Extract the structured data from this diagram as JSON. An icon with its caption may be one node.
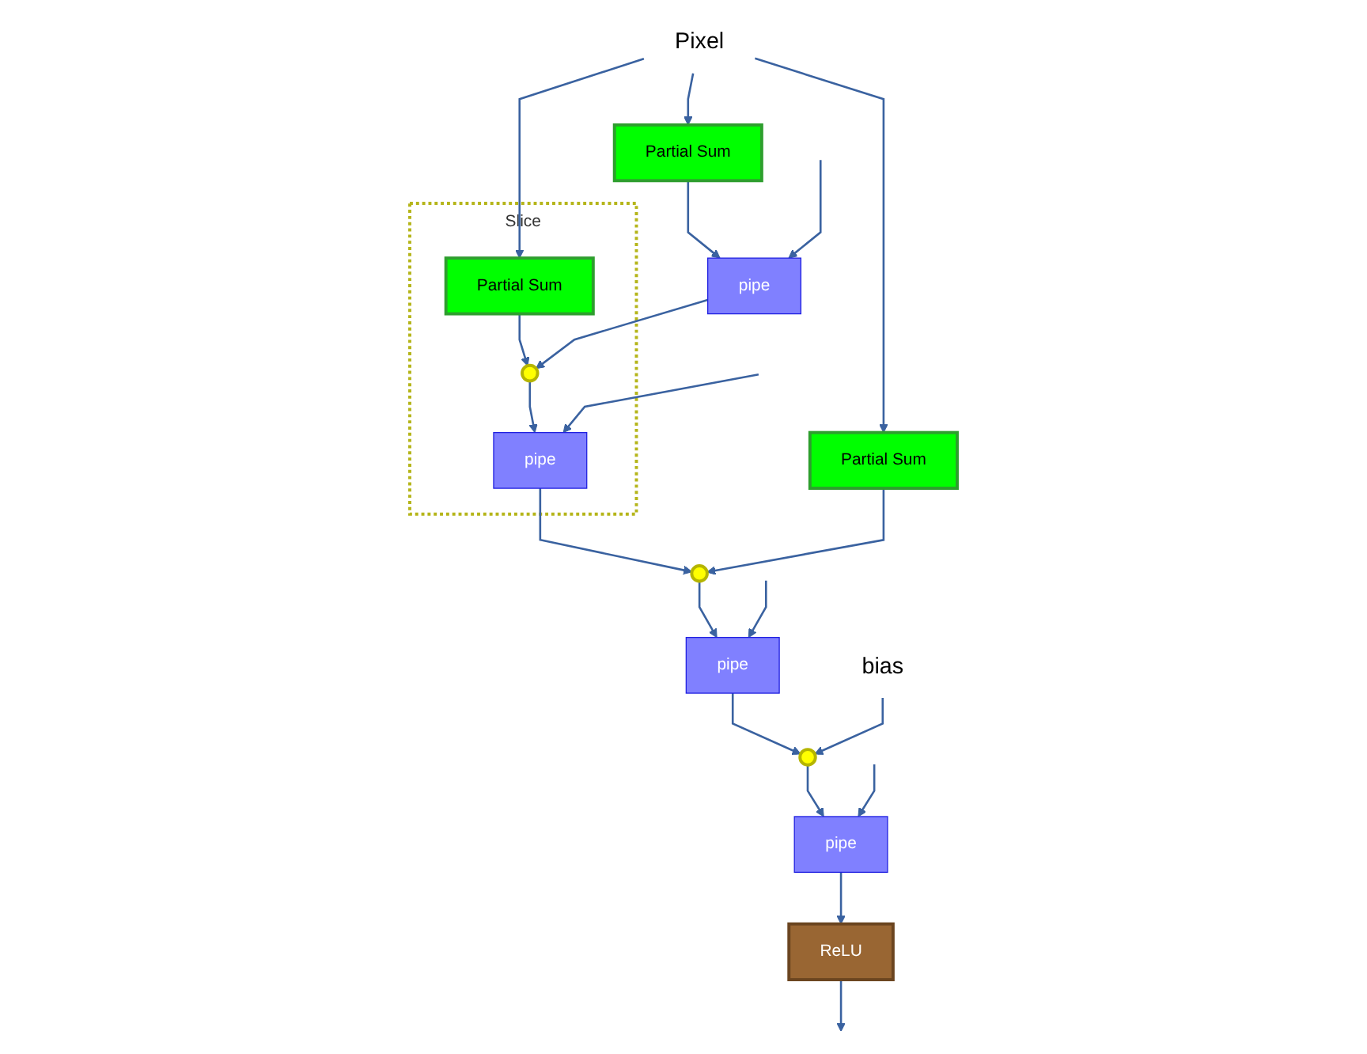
{
  "diagram": {
    "nodes": [
      {
        "text": [
          "Pixel"
        ]
      },
      {
        "text": [
          "Slice"
        ]
      },
      {
        "text": [
          "Partial Sum"
        ]
      },
      {
        "text": [
          "Partial Sum"
        ],
        "in": 1
      },
      {
        "text": [],
        "shape": "circle",
        "in": 1
      },
      {
        "text": [
          "pipe"
        ]
      },
      {
        "text": [
          "pipe"
        ],
        "in": 1
      },
      {
        "text": [
          "Partial Sum"
        ]
      },
      {
        "text": [],
        "shape": "circle"
      },
      {
        "text": [
          "pipe"
        ]
      },
      {
        "text": [],
        "shape": "circle"
      },
      {
        "text": [
          "bias"
        ]
      },
      {
        "text": [
          "pipe"
        ]
      },
      {
        "text": [
          "ReLU"
        ]
      }
    ],
    "edges": [
      {
        "from": 0,
        "to": 2,
        "arrow": "to"
      },
      {
        "from": 0,
        "to": 3,
        "arrow": "to"
      },
      {
        "from": 0,
        "to": 7,
        "arrow": "to"
      },
      {
        "from": 2,
        "to": 5,
        "arrow": "to"
      },
      {
        "from": 3,
        "to": 4,
        "arrow": "to"
      },
      {
        "from": null,
        "to": 5,
        "arrow": "to"
      },
      {
        "from": 5,
        "to": 4,
        "arrow": "to"
      },
      {
        "from": 4,
        "to": 6,
        "arrow": "to"
      },
      {
        "from": null,
        "to": 6,
        "arrow": "to"
      },
      {
        "from": 6,
        "to": 8,
        "arrow": "to"
      },
      {
        "from": 7,
        "to": 8,
        "arrow": "to"
      },
      {
        "from": 8,
        "to": 9,
        "arrow": "to"
      },
      {
        "from": null,
        "to": 9,
        "arrow": "to"
      },
      {
        "from": 9,
        "to": 10,
        "arrow": "to"
      },
      {
        "from": 11,
        "to": 10,
        "arrow": "to"
      },
      {
        "from": 10,
        "to": 12,
        "arrow": "to"
      },
      {
        "from": null,
        "to": 12,
        "arrow": "to"
      },
      {
        "from": 12,
        "to": 13,
        "arrow": "to"
      },
      {
        "from": 13,
        "to": null,
        "arrow": "to"
      }
    ]
  }
}
